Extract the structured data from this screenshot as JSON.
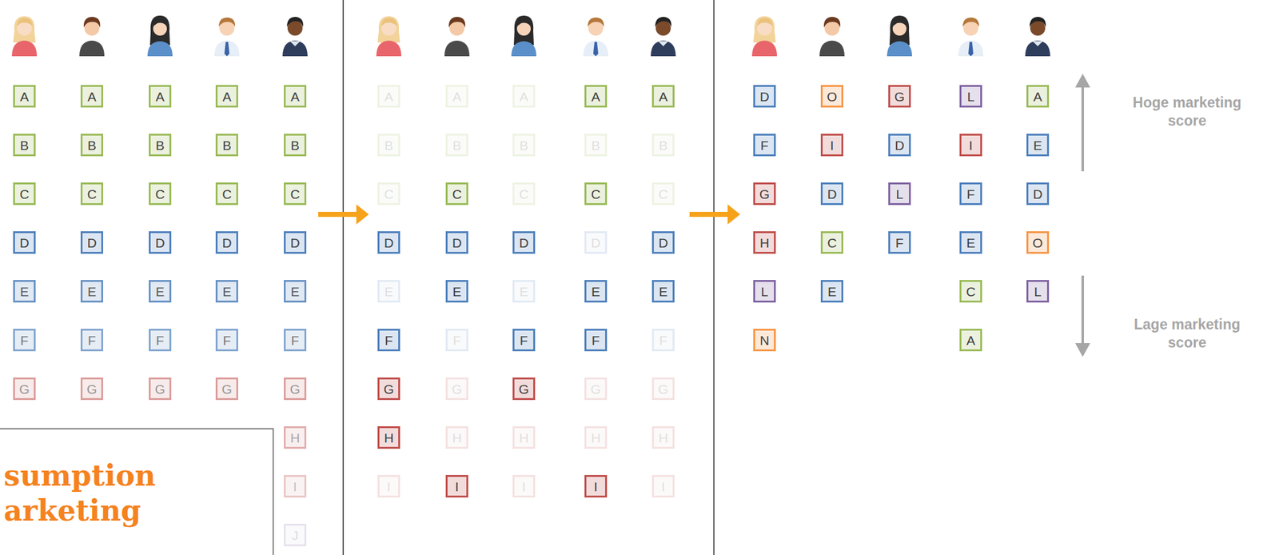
{
  "diagram": {
    "nodes": [
      {
        "text": [
          "A"
        ]
      },
      {
        "text": [
          "B"
        ]
      },
      {
        "text": [
          "C"
        ]
      },
      {
        "text": [
          "D"
        ]
      },
      {
        "text": [
          "E"
        ]
      },
      {
        "text": [
          "F"
        ]
      },
      {
        "text": [
          "G"
        ]
      },
      {
        "text": [
          "A"
        ]
      },
      {
        "text": [
          "B"
        ]
      },
      {
        "text": [
          "C"
        ]
      },
      {
        "text": [
          "D"
        ]
      },
      {
        "text": [
          "E"
        ]
      },
      {
        "text": [
          "F"
        ]
      },
      {
        "text": [
          "G"
        ]
      },
      {
        "text": [
          "A"
        ]
      },
      {
        "text": [
          "B"
        ]
      },
      {
        "text": [
          "C"
        ]
      },
      {
        "text": [
          "D"
        ]
      },
      {
        "text": [
          "E"
        ]
      },
      {
        "text": [
          "F"
        ]
      },
      {
        "text": [
          "G"
        ]
      },
      {
        "text": [
          "A"
        ]
      },
      {
        "text": [
          "B"
        ]
      },
      {
        "text": [
          "C"
        ]
      },
      {
        "text": [
          "D"
        ]
      },
      {
        "text": [
          "E"
        ]
      },
      {
        "text": [
          "F"
        ]
      },
      {
        "text": [
          "G"
        ]
      },
      {
        "text": [
          "A"
        ]
      },
      {
        "text": [
          "B"
        ]
      },
      {
        "text": [
          "C"
        ]
      },
      {
        "text": [
          "D"
        ]
      },
      {
        "text": [
          "E"
        ]
      },
      {
        "text": [
          "F"
        ]
      },
      {
        "text": [
          "G"
        ]
      },
      {
        "text": [
          "H"
        ]
      },
      {
        "text": [
          "I"
        ]
      },
      {
        "text": [
          "J"
        ]
      },
      {
        "text": [
          "A"
        ]
      },
      {
        "text": [
          "B"
        ]
      },
      {
        "text": [
          "C"
        ]
      },
      {
        "text": [
          "D"
        ]
      },
      {
        "text": [
          "E"
        ]
      },
      {
        "text": [
          "F"
        ]
      },
      {
        "text": [
          "G"
        ]
      },
      {
        "text": [
          "H"
        ]
      },
      {
        "text": [
          "I"
        ]
      },
      {
        "text": [
          "A"
        ]
      },
      {
        "text": [
          "B"
        ]
      },
      {
        "text": [
          "C"
        ]
      },
      {
        "text": [
          "D"
        ]
      },
      {
        "text": [
          "E"
        ]
      },
      {
        "text": [
          "F"
        ]
      },
      {
        "text": [
          "G"
        ]
      },
      {
        "text": [
          "H"
        ]
      },
      {
        "text": [
          "I"
        ]
      },
      {
        "text": [
          "A"
        ]
      },
      {
        "text": [
          "B"
        ]
      },
      {
        "text": [
          "C"
        ]
      },
      {
        "text": [
          "D"
        ]
      },
      {
        "text": [
          "E"
        ]
      },
      {
        "text": [
          "F"
        ]
      },
      {
        "text": [
          "G"
        ]
      },
      {
        "text": [
          "H"
        ]
      },
      {
        "text": [
          "I"
        ]
      },
      {
        "text": [
          "A"
        ]
      },
      {
        "text": [
          "B"
        ]
      },
      {
        "text": [
          "C"
        ]
      },
      {
        "text": [
          "D"
        ]
      },
      {
        "text": [
          "E"
        ]
      },
      {
        "text": [
          "F"
        ]
      },
      {
        "text": [
          "G"
        ]
      },
      {
        "text": [
          "H"
        ]
      },
      {
        "text": [
          "I"
        ]
      },
      {
        "text": [
          "A"
        ]
      },
      {
        "text": [
          "B"
        ]
      },
      {
        "text": [
          "C"
        ]
      },
      {
        "text": [
          "D"
        ]
      },
      {
        "text": [
          "E"
        ]
      },
      {
        "text": [
          "F"
        ]
      },
      {
        "text": [
          "G"
        ]
      },
      {
        "text": [
          "H"
        ]
      },
      {
        "text": [
          "I"
        ]
      },
      {
        "text": [
          "D"
        ]
      },
      {
        "text": [
          "F"
        ]
      },
      {
        "text": [
          "G"
        ]
      },
      {
        "text": [
          "H"
        ]
      },
      {
        "text": [
          "L"
        ]
      },
      {
        "text": [
          "N"
        ]
      },
      {
        "text": [
          "O"
        ]
      },
      {
        "text": [
          "I"
        ]
      },
      {
        "text": [
          "D"
        ]
      },
      {
        "text": [
          "C"
        ]
      },
      {
        "text": [
          "E"
        ]
      },
      {
        "text": [
          "G"
        ]
      },
      {
        "text": [
          "D"
        ]
      },
      {
        "text": [
          "L"
        ]
      },
      {
        "text": [
          "F"
        ]
      },
      {
        "text": [
          "L"
        ]
      },
      {
        "text": [
          "I"
        ]
      },
      {
        "text": [
          "F"
        ]
      },
      {
        "text": [
          "E"
        ]
      },
      {
        "text": [
          "C"
        ]
      },
      {
        "text": [
          "A"
        ]
      },
      {
        "text": [
          "A"
        ]
      },
      {
        "text": [
          "E"
        ]
      },
      {
        "text": [
          "D"
        ]
      },
      {
        "text": [
          "O"
        ]
      },
      {
        "text": [
          "L"
        ]
      },
      {
        "text": [
          "sumption arketing"
        ]
      }
    ],
    "labels": [
      "Hoge marketing score",
      "Lage marketing score"
    ]
  }
}
